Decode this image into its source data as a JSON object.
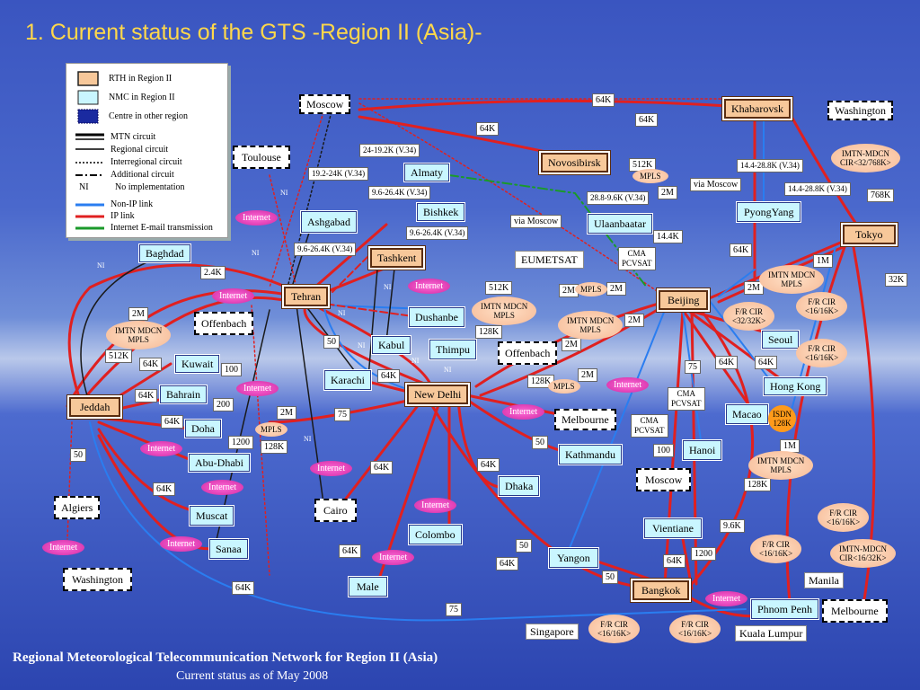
{
  "title": "1.  Current status of the GTS  -Region II (Asia)-",
  "footer": {
    "line1": "Regional Meteorological Telecommunication Network for Region II (Asia)",
    "line2": "Current status as of May 2008"
  },
  "legend": {
    "rth": "RTH in Region II",
    "nmc": "NMC in Region II",
    "other": "Centre in other region",
    "mtn": "MTN circuit",
    "regional": "Regional circuit",
    "interregional": "Interregional circuit",
    "additional": "Additional circuit",
    "ni_code": "NI",
    "ni_text": "No implementation",
    "nonip": "Non-IP link",
    "ip": "IP link",
    "email": "Internet E-mail transmission",
    "colors": {
      "nonip": "#2a7df0",
      "ip": "#e02020",
      "email": "#1a9a2a",
      "other": "#1a2aa0",
      "rth": "#f7c89a",
      "nmc": "#c9f6ff"
    }
  },
  "nodes": {
    "moscow": "Moscow",
    "khabarovsk": "Khabarovsk",
    "washington_ne": "Washington",
    "toulouse": "Toulouse",
    "almaty": "Almaty",
    "novosibirsk": "Novosibirsk",
    "bishkek": "Bishkek",
    "ashgabad": "Ashgabad",
    "tashkent": "Tashkent",
    "ulaanbaatar": "Ulaanbaatar",
    "pyongyang": "PyongYang",
    "tokyo": "Tokyo",
    "baghdad": "Baghdad",
    "eumetsat": "EUMETSAT",
    "tehran": "Tehran",
    "dushanbe": "Dushanbe",
    "beijing": "Beijing",
    "offenbach1": "Offenbach",
    "seoul": "Seoul",
    "kuwait": "Kuwait",
    "kabul": "Kabul",
    "thimpu": "Thimpu",
    "offenbach2": "Offenbach",
    "karachi": "Karachi",
    "bahrain": "Bahrain",
    "new_delhi": "New Delhi",
    "hong_kong": "Hong Kong",
    "jeddah": "Jeddah",
    "melbourne1": "Melbourne",
    "macao": "Macao",
    "doha": "Doha",
    "hanoi": "Hanoi",
    "kathmandu": "Kathmandu",
    "abu_dhabi": "Abu-Dhabi",
    "dhaka": "Dhaka",
    "moscow2": "Moscow",
    "algiers": "Algiers",
    "muscat": "Muscat",
    "cairo": "Cairo",
    "vientiane": "Vientiane",
    "colombo": "Colombo",
    "sanaa": "Sanaa",
    "yangon": "Yangon",
    "washington_sw": "Washington",
    "male": "Male",
    "bangkok": "Bangkok",
    "manila": "Manila",
    "phnom_penh": "Phnom Penh",
    "melbourne2": "Melbourne",
    "singapore": "Singapore",
    "kuala_lumpur": "Kuala Lumpur"
  },
  "labels": {
    "l64k_a": "64K",
    "l64k_b": "64K",
    "l64k_c": "64K",
    "l24k": "24-19.2K (V.34)",
    "l192k": "19.2-24K (V.34)",
    "l96k_a": "9.6-26.4K (V.34)",
    "l96k_b": "9.6-26.4K (V.34)",
    "l96k_c": "9.6-26.4K (V.34)",
    "l512k_a": "512K",
    "l288": "28.8-9.6K (V.34)",
    "l2m_a": "2M",
    "l144_a": "14.4-28.8K (V.34)",
    "l144_b": "14.4-28.8K (V.34)",
    "viamoscow_a": "via Moscow",
    "viamoscow_b": "via Moscow",
    "l768k": "768K",
    "l144k": "14.4K",
    "l64k_d": "64K",
    "l1m_a": "1M",
    "l32k": "32K",
    "l24k2": "2.4K",
    "l512k_b": "512K",
    "l2m_b": "2M",
    "l2m_c": "2M",
    "l2m_d": "2M",
    "l2m_e": "2M",
    "l2m_f": "2M",
    "l2m_g": "2M",
    "l128k_a": "128K",
    "l128k_b": "128K",
    "l128k_c": "128K",
    "l128k_d": "128K",
    "l512k_c": "512K",
    "l64k_e": "64K",
    "l64k_f": "64K",
    "l64k_g": "64K",
    "l64k_h": "64K",
    "l64k_i": "64K",
    "l64k_j": "64K",
    "l64k_k": "64K",
    "l64k_l": "64K",
    "l64k_m": "64K",
    "l64k_n": "64K",
    "l64k_o": "64K",
    "l50_a": "50",
    "l50_b": "50",
    "l50_c": "50",
    "l50_d": "50",
    "l50_e": "50",
    "l75_a": "75",
    "l75_b": "75",
    "l75_c": "75",
    "l100_a": "100",
    "l100_b": "100",
    "l200": "200",
    "l1200_a": "1200",
    "l1200_b": "1200",
    "l1m_b": "1M",
    "l96k": "9.6K",
    "cma_a": "CMA\nPCVSAT",
    "cma_b": "CMA\nPCVSAT",
    "cma_c": "CMA\nPCVSAT"
  },
  "clouds": {
    "imtn_ne": "IMTN-MDCN\nCIR<32/768K>",
    "mpls_a": "MPLS",
    "imtn_tokyo": "IMTN MDCN\nMPLS",
    "fr_a": "F/R CIR\n<16/16K>",
    "fr_b": "F/R CIR\n<32/32K>",
    "fr_c": "F/R CIR\n<16/16K>",
    "imtn_delhi": "IMTN MDCN\nMPLS",
    "imtn_beijing": "IMTN MDCN\nMPLS",
    "mpls_b": "MPLS",
    "mpls_c": "MPLS",
    "imtn_jeddah": "IMTN MDCN\nMPLS",
    "mpls_d": "MPLS",
    "imtn_se": "IMTN MDCN\nMPLS",
    "fr_d": "F/R CIR\n<16/16K>",
    "fr_e": "F/R CIR\n<16/16K>",
    "imtn_se2": "IMTN-MDCN\nCIR<16/32K>",
    "fr_f": "F/R CIR\n<16/16K>",
    "fr_g": "F/R CIR\n<16/16K>",
    "mpls_e": "MPLS",
    "isdn": "ISDN\n128K"
  },
  "internet_label": "Internet",
  "ni_label": "NI"
}
